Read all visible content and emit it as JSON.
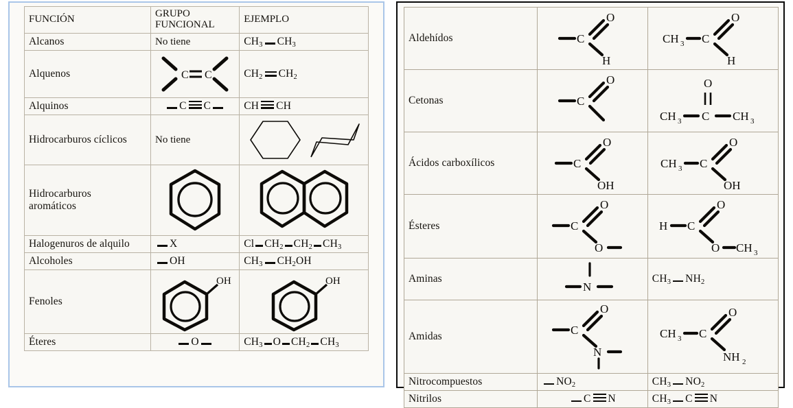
{
  "left_table": {
    "name": "tabla-grupos-funcionales-hidrocarburos",
    "headers": [
      "FUNCIÓN",
      "GRUPO\nFUNCIONAL",
      "EJEMPLO"
    ],
    "header_function": "FUNCIÓN",
    "header_group_line1": "GRUPO",
    "header_group_line2": "FUNCIONAL",
    "header_example": "EJEMPLO",
    "rows": [
      {
        "function": "Alcanos",
        "group_text": "No tiene",
        "group_type": "text",
        "example_type": "formula",
        "example_parts": [
          "CH",
          "3",
          "bond",
          "CH",
          "3"
        ],
        "example_text": "CH3 — CH3"
      },
      {
        "function": "Alquenos",
        "group_type": "structure",
        "group_structure": "alkene-C=C-with-four-bonds",
        "group_atoms": [
          "C",
          "C"
        ],
        "example_type": "formula",
        "example_text": "CH2 = CH2"
      },
      {
        "function": "Alquinos",
        "group_type": "formula",
        "group_text": "— C ≡ C —",
        "example_type": "formula",
        "example_text": "CH ≡ CH"
      },
      {
        "function": "Hidrocarburos cíclicos",
        "group_text": "No tiene",
        "group_type": "text",
        "example_type": "structure",
        "example_structure": "hexagon-and-chair-cyclohexane"
      },
      {
        "function": "Hidrocarburos\naromáticos",
        "function_line1": "Hidrocarburos",
        "function_line2": "aromáticos",
        "group_type": "structure",
        "group_structure": "benzene-ring",
        "example_type": "structure",
        "example_structure": "naphthalene-fused-rings"
      },
      {
        "function": "Halogenuros de alquilo",
        "group_type": "formula",
        "group_text": "— X",
        "example_type": "formula",
        "example_text": "Cl — CH2 — CH2 — CH3"
      },
      {
        "function": "Alcoholes",
        "group_type": "formula",
        "group_text": "— OH",
        "example_type": "formula",
        "example_text": "CH3 — CH2OH"
      },
      {
        "function": "Fenoles",
        "group_type": "structure",
        "group_structure": "phenol-ring-OH",
        "group_label": "OH",
        "example_type": "structure",
        "example_structure": "phenol-ring-OH",
        "example_label": "OH"
      },
      {
        "function": "Éteres",
        "group_type": "formula",
        "group_text": "— O —",
        "example_type": "formula",
        "example_text": "CH3 — O — CH2 — CH3"
      }
    ]
  },
  "right_table": {
    "name": "tabla-grupos-funcionales-oxigenados-nitrogenados",
    "rows": [
      {
        "function": "Aldehídos",
        "group_type": "structure",
        "group_structure": "carbonyl-C-double-O-with-H",
        "group_atoms": [
          "C",
          "O",
          "H"
        ],
        "example_type": "structure",
        "example_structure": "acetaldehyde",
        "example_atoms": [
          "CH3",
          "C",
          "O",
          "H"
        ]
      },
      {
        "function": "Cetonas",
        "group_type": "structure",
        "group_structure": "carbonyl-C-double-O-two-bonds",
        "group_atoms": [
          "C",
          "O"
        ],
        "example_type": "structure",
        "example_structure": "acetone",
        "example_atoms": [
          "CH3",
          "C",
          "O",
          "CH3"
        ]
      },
      {
        "function": "Ácidos carboxílicos",
        "group_type": "structure",
        "group_structure": "carboxyl-C-double-O-with-OH",
        "group_atoms": [
          "C",
          "O",
          "OH"
        ],
        "example_type": "structure",
        "example_structure": "acetic-acid",
        "example_atoms": [
          "CH3",
          "C",
          "O",
          "OH"
        ]
      },
      {
        "function": "Ésteres",
        "group_type": "structure",
        "group_structure": "ester-C-double-O-with-O-bond",
        "group_atoms": [
          "C",
          "O",
          "O"
        ],
        "example_type": "structure",
        "example_structure": "methyl-formate",
        "example_atoms": [
          "H",
          "C",
          "O",
          "O",
          "CH3"
        ]
      },
      {
        "function": "Aminas",
        "group_type": "structure",
        "group_structure": "amine-N-three-bonds",
        "group_atoms": [
          "N"
        ],
        "example_type": "formula",
        "example_text": "CH3 — NH2"
      },
      {
        "function": "Amidas",
        "group_type": "structure",
        "group_structure": "amide-C-double-O-with-N",
        "group_atoms": [
          "C",
          "O",
          "N"
        ],
        "example_type": "structure",
        "example_structure": "acetamide",
        "example_atoms": [
          "CH3",
          "C",
          "O",
          "NH2"
        ]
      },
      {
        "function": "Nitrocompuestos",
        "group_type": "formula",
        "group_text": "— NO2",
        "example_type": "formula",
        "example_text": "CH3 — NO2"
      },
      {
        "function": "Nitrilos",
        "group_type": "formula",
        "group_text": "— C ≡ N",
        "example_type": "formula",
        "example_text": "CH3 — C ≡ N"
      }
    ]
  },
  "colors": {
    "left_frame": "#a9c5e8",
    "right_frame": "#0a0a0a",
    "grid_line": "#b9b2a4",
    "paper": "#f8f7f3",
    "ink": "#0d0b08"
  }
}
